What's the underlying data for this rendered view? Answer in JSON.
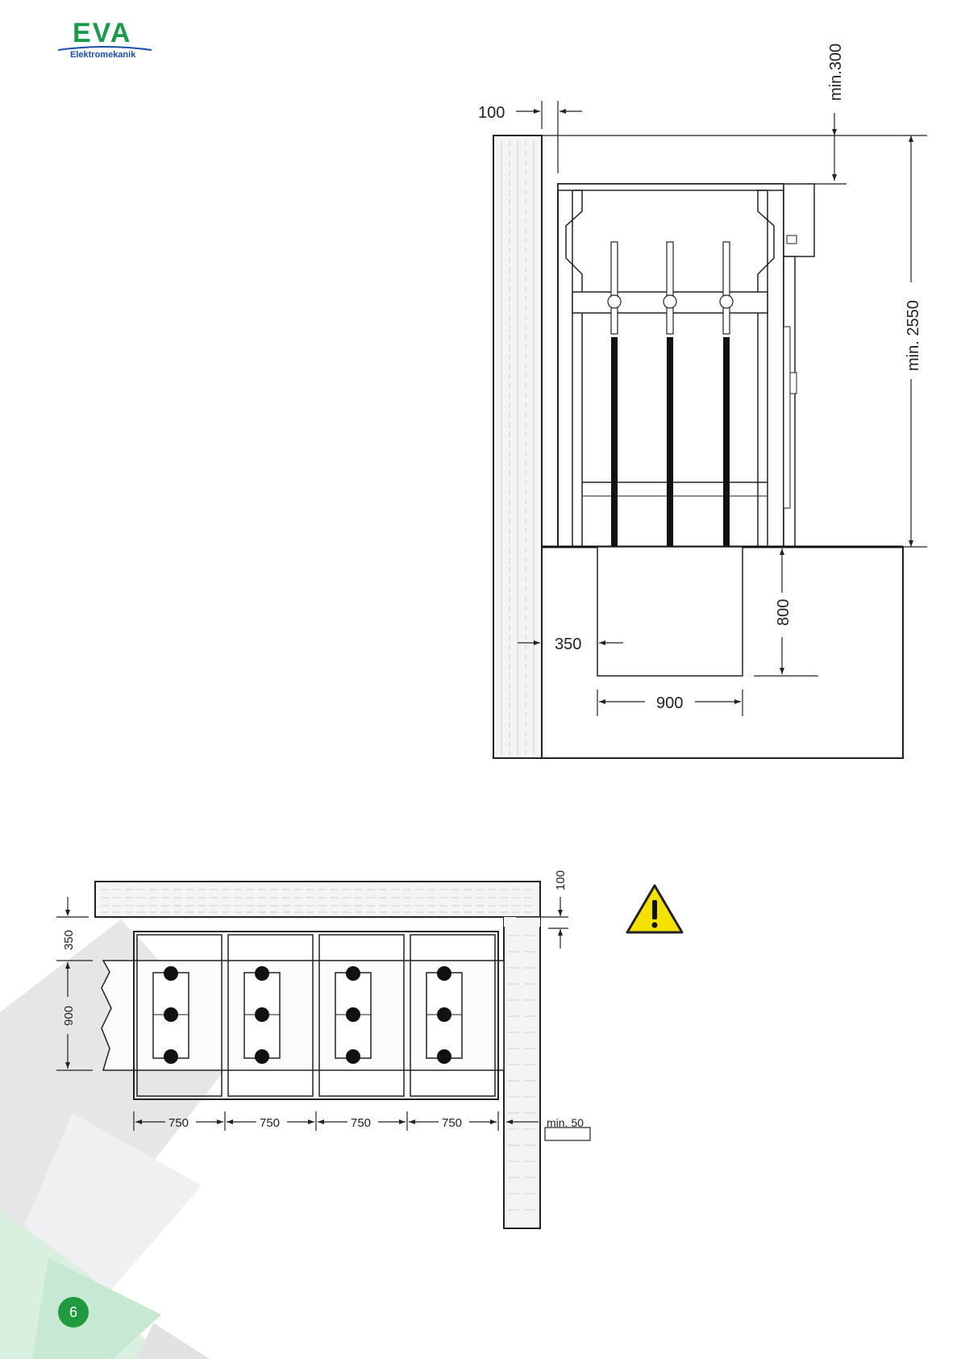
{
  "brand": {
    "name": "EVA",
    "tagline": "Elektromekanik",
    "colors": {
      "green": "#1a9a4a",
      "blue": "#1b4fa8",
      "badge": "#1f9a3e",
      "warning": "#f5e100"
    }
  },
  "page_number": "6",
  "side_view": {
    "dim_wall_gap": "100",
    "dim_ceiling": "min.300",
    "dim_height": "min. 2550",
    "dim_trench_offset": "350",
    "dim_trench_depth": "800",
    "dim_trench_width": "900"
  },
  "plan_view": {
    "dim_wall_thickness": "100",
    "dim_front_gap": "350",
    "dim_trench": "900",
    "dim_panel_1": "750",
    "dim_panel_2": "750",
    "dim_panel_3": "750",
    "dim_panel_4": "750",
    "dim_side_gap": "min. 50"
  },
  "warning_icon": "warning-triangle-icon"
}
